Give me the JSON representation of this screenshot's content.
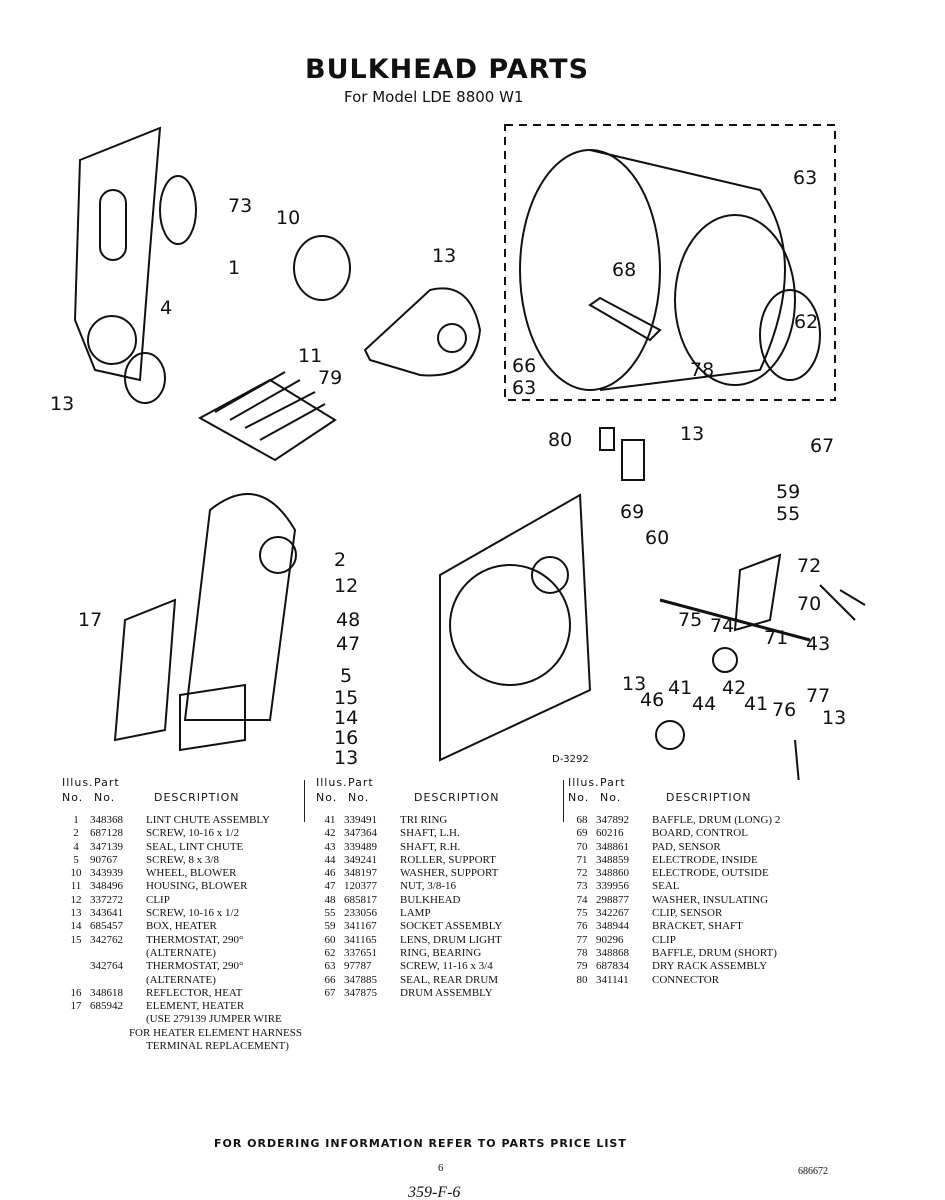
{
  "header": {
    "title": "BULKHEAD PARTS",
    "subtitle": "For Model LDE 8800 W1"
  },
  "diagram": {
    "code": "D-3292",
    "callouts": [
      "73",
      "10",
      "13",
      "1",
      "4",
      "11",
      "79",
      "13",
      "63",
      "68",
      "62",
      "66",
      "63",
      "78",
      "67",
      "80",
      "13",
      "59",
      "55",
      "69",
      "60",
      "72",
      "2",
      "12",
      "17",
      "48",
      "47",
      "75",
      "74",
      "70",
      "71",
      "43",
      "5",
      "15",
      "14",
      "16",
      "13",
      "13",
      "46",
      "41",
      "44",
      "42",
      "41",
      "76",
      "77",
      "13"
    ]
  },
  "table_header": {
    "illus": "Illus.",
    "part": "Part",
    "no": "No.",
    "no2": "No.",
    "description": "DESCRIPTION"
  },
  "columns": [
    [
      {
        "no": "1",
        "part": "348368",
        "desc": "LINT CHUTE ASSEMBLY"
      },
      {
        "no": "2",
        "part": "687128",
        "desc": "SCREW, 10-16 x 1/2"
      },
      {
        "no": "4",
        "part": "347139",
        "desc": "SEAL, LINT CHUTE"
      },
      {
        "no": "5",
        "part": "90767",
        "desc": "SCREW, 8 x 3/8"
      },
      {
        "no": "10",
        "part": "343939",
        "desc": "WHEEL, BLOWER"
      },
      {
        "no": "11",
        "part": "348496",
        "desc": "HOUSING, BLOWER"
      },
      {
        "no": "12",
        "part": "337272",
        "desc": "CLIP"
      },
      {
        "no": "13",
        "part": "343641",
        "desc": "SCREW, 10-16 x 1/2"
      },
      {
        "no": "14",
        "part": "685457",
        "desc": "BOX, HEATER"
      },
      {
        "no": "15",
        "part": "342762",
        "desc": "THERMOSTAT, 290°"
      },
      {
        "no": "",
        "part": "",
        "desc": "(ALTERNATE)"
      },
      {
        "no": "",
        "part": "342764",
        "desc": "THERMOSTAT, 290°"
      },
      {
        "no": "",
        "part": "",
        "desc": "(ALTERNATE)"
      },
      {
        "no": "16",
        "part": "348618",
        "desc": "REFLECTOR, HEAT"
      },
      {
        "no": "17",
        "part": "685942",
        "desc": "ELEMENT, HEATER"
      },
      {
        "no": "",
        "part": "",
        "desc": "(USE 279139 JUMPER WIRE"
      },
      {
        "no": "",
        "part": "",
        "desc": "FOR HEATER ELEMENT HARNESS"
      },
      {
        "no": "",
        "part": "",
        "desc": "TERMINAL REPLACEMENT)"
      }
    ],
    [
      {
        "no": "41",
        "part": "339491",
        "desc": "TRI RING"
      },
      {
        "no": "42",
        "part": "347364",
        "desc": "SHAFT, L.H."
      },
      {
        "no": "43",
        "part": "339489",
        "desc": "SHAFT, R.H."
      },
      {
        "no": "44",
        "part": "349241",
        "desc": "ROLLER, SUPPORT"
      },
      {
        "no": "46",
        "part": "348197",
        "desc": "WASHER, SUPPORT"
      },
      {
        "no": "47",
        "part": "120377",
        "desc": "NUT, 3/8-16"
      },
      {
        "no": "48",
        "part": "685817",
        "desc": "BULKHEAD"
      },
      {
        "no": "55",
        "part": "233056",
        "desc": "LAMP"
      },
      {
        "no": "59",
        "part": "341167",
        "desc": "SOCKET ASSEMBLY"
      },
      {
        "no": "60",
        "part": "341165",
        "desc": "LENS, DRUM LIGHT"
      },
      {
        "no": "62",
        "part": "337651",
        "desc": "RING, BEARING"
      },
      {
        "no": "63",
        "part": "97787",
        "desc": "SCREW, 11-16 x 3/4"
      },
      {
        "no": "66",
        "part": "347885",
        "desc": "SEAL, REAR DRUM"
      },
      {
        "no": "67",
        "part": "347875",
        "desc": "DRUM ASSEMBLY"
      }
    ],
    [
      {
        "no": "68",
        "part": "347892",
        "desc": "BAFFLE, DRUM (LONG) 2"
      },
      {
        "no": "69",
        "part": "60216",
        "desc": "BOARD, CONTROL"
      },
      {
        "no": "70",
        "part": "348861",
        "desc": "PAD, SENSOR"
      },
      {
        "no": "71",
        "part": "348859",
        "desc": "ELECTRODE, INSIDE"
      },
      {
        "no": "72",
        "part": "348860",
        "desc": "ELECTRODE, OUTSIDE"
      },
      {
        "no": "73",
        "part": "339956",
        "desc": "SEAL"
      },
      {
        "no": "74",
        "part": "298877",
        "desc": "WASHER, INSULATING"
      },
      {
        "no": "75",
        "part": "342267",
        "desc": "CLIP, SENSOR"
      },
      {
        "no": "76",
        "part": "348944",
        "desc": "BRACKET, SHAFT"
      },
      {
        "no": "77",
        "part": "90296",
        "desc": "CLIP"
      },
      {
        "no": "78",
        "part": "348868",
        "desc": "BAFFLE, DRUM (SHORT)"
      },
      {
        "no": "79",
        "part": "687834",
        "desc": "DRY RACK ASSEMBLY"
      },
      {
        "no": "80",
        "part": "341141",
        "desc": "CONNECTOR"
      }
    ]
  ],
  "footer": {
    "ordering": "FOR ORDERING INFORMATION REFER TO PARTS PRICE LIST",
    "page": "6",
    "doc_number": "686672",
    "handwritten": "359-F-6"
  }
}
